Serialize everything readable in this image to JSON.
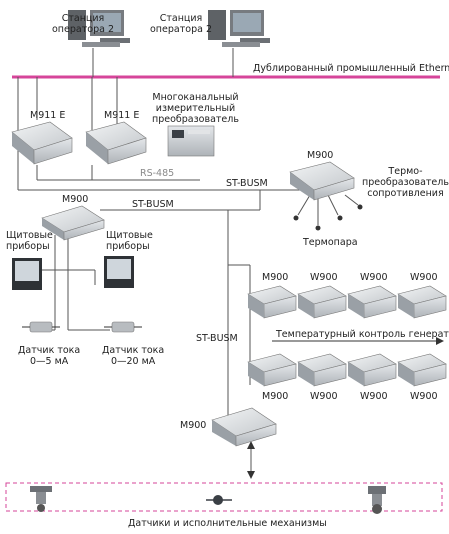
{
  "colors": {
    "ethernet": "#d6459a",
    "line": "#555555",
    "device_body": "#c9cdd1",
    "device_dark": "#3a3f45",
    "bottom_band": "#d6459a",
    "rs485": "#9a9a9a"
  },
  "labels": {
    "station_left": [
      "Станция",
      "оператора 2"
    ],
    "station_right": [
      "Станция",
      "оператора 2"
    ],
    "ethernet": "Дублированный промышленный Ethernet",
    "m911_left": "M911 E",
    "m911_right": "M911 E",
    "converter": [
      "Многоканальный",
      "измерительный",
      "преобразователь"
    ],
    "rs485": "RS-485",
    "m900_right": "M900",
    "stbusm_top": "ST-BUSM",
    "thermo_res": [
      "Термо-",
      "преобразователь",
      "сопротивления"
    ],
    "m900_left": "M900",
    "stbusm_left": "ST-BUSM",
    "thermocouple": "Термопара",
    "panel_left": [
      "Щитовые",
      "приборы"
    ],
    "panel_right": [
      "Щитовые",
      "приборы"
    ],
    "sensor_left": [
      "Датчик тока",
      "0—5 мА"
    ],
    "sensor_right": [
      "Датчик тока",
      "0—20 мА"
    ],
    "grid_top": [
      "M900",
      "W900",
      "W900",
      "W900"
    ],
    "grid_bottom": [
      "M900",
      "W900",
      "W900",
      "W900"
    ],
    "temp_control": "Температурный контроль генератора",
    "stbusm_vertical": "ST-BUSM",
    "m900_bottom": "M900",
    "sensors_actuators": "Датчики и исполнительные механизмы"
  }
}
